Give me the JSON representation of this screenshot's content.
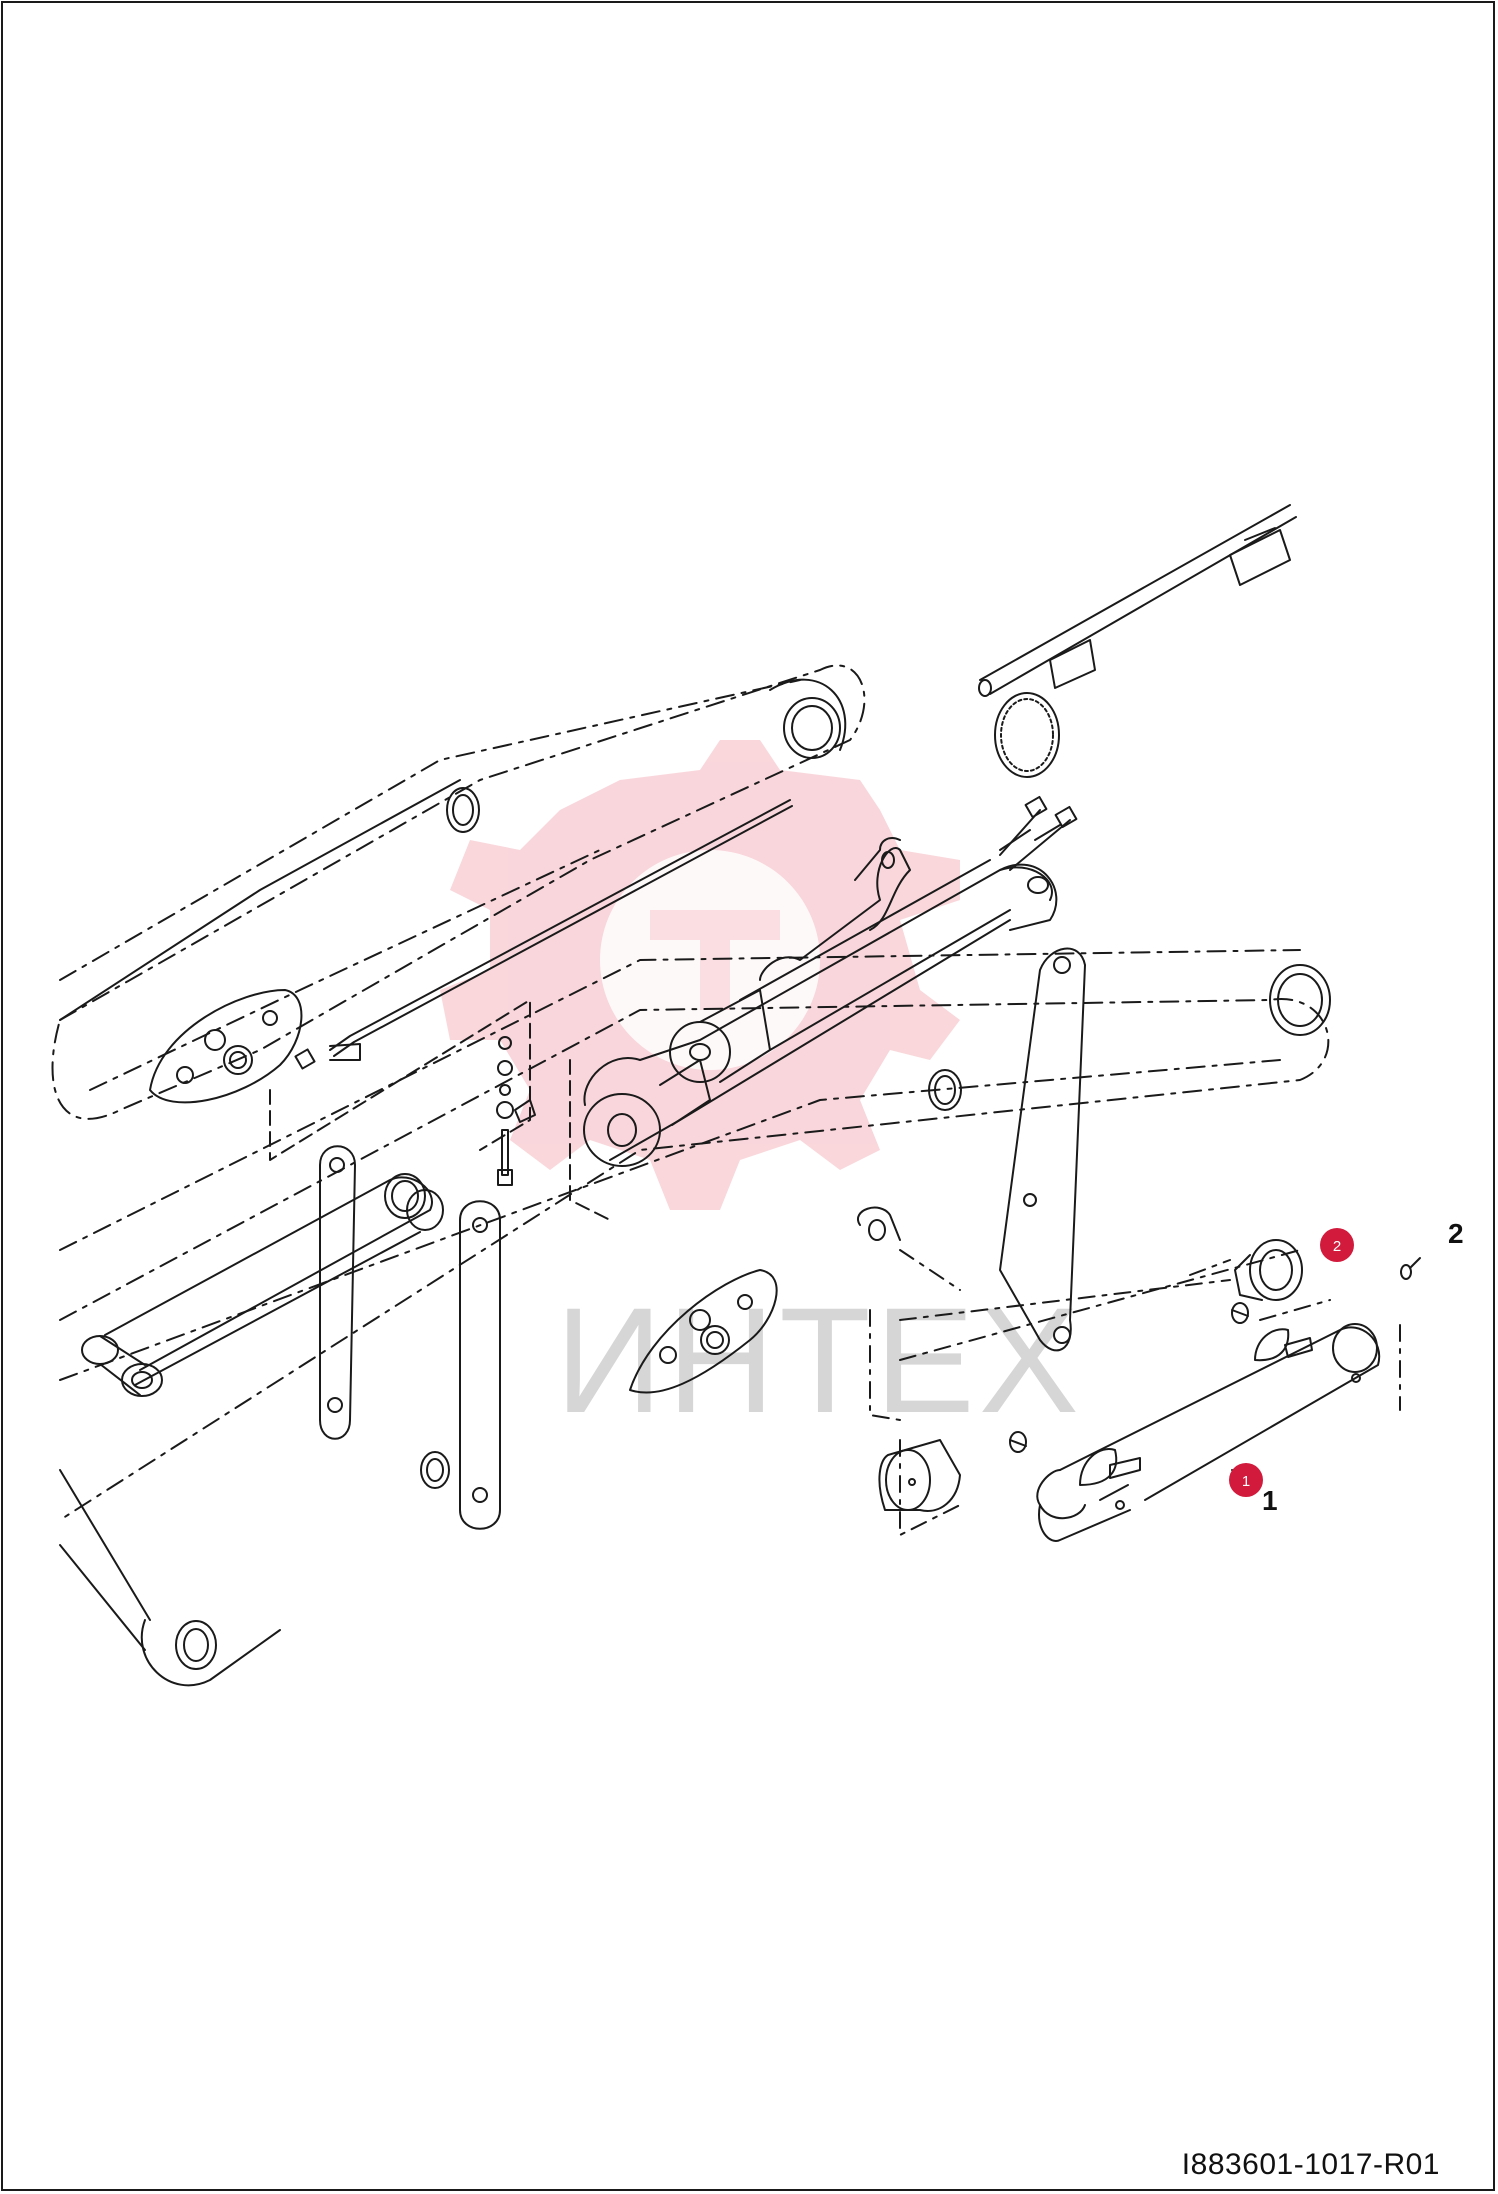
{
  "diagram": {
    "part_callouts": [
      {
        "id": "callout-1",
        "label": "1"
      },
      {
        "id": "callout-2",
        "label": "2"
      }
    ],
    "hotspot_badges": [
      {
        "id": "badge-1",
        "label": "1"
      },
      {
        "id": "badge-2",
        "label": "2"
      }
    ],
    "watermark_text": "ИНТЕХ",
    "document_number": "I883601-1017-R01"
  },
  "colors": {
    "line": "#1a1a1a",
    "badge": "#d11a3c",
    "watermark_logo": "#f7c9cf",
    "watermark_text": "#d6d6d6"
  }
}
